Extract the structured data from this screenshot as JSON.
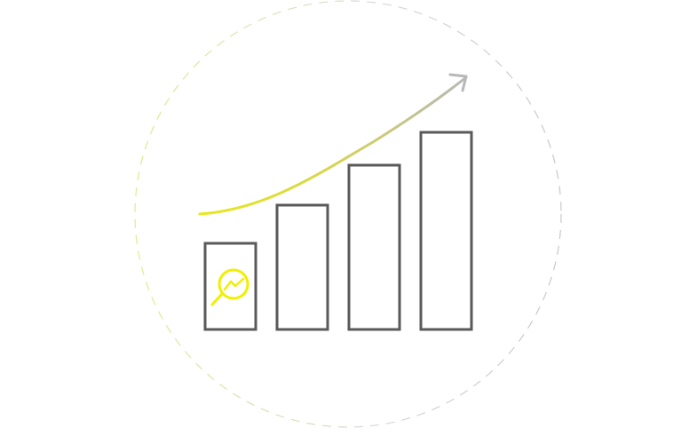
{
  "illustration": {
    "type": "growth-bar-illustration",
    "icon": "magnifier-trend-icon",
    "colors": {
      "background": "#ffffff",
      "bar_stroke": "#5a5a5a",
      "trend_start": "#e8e81a",
      "trend_end": "#b8b8b8",
      "accent": "#f0f000",
      "dashed_circle_start": "#e2ea8a",
      "dashed_circle_end": "#c8c8c8"
    }
  },
  "chart_data": {
    "type": "bar",
    "categories": [
      "",
      "",
      "",
      ""
    ],
    "values": [
      97,
      140,
      185,
      222
    ],
    "xlabel": "",
    "ylabel": "",
    "ylim": [
      0,
      240
    ],
    "grid": false,
    "legend": "none",
    "trend_arrow": true
  }
}
